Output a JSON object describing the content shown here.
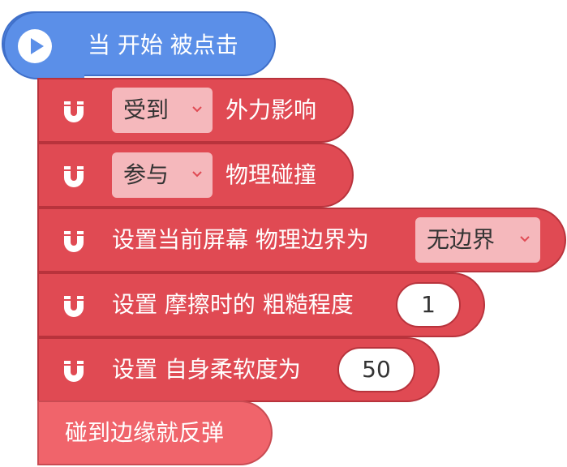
{
  "hat": {
    "label": "当 开始 被点击",
    "icon": "play-icon"
  },
  "blocks": [
    {
      "icon": "magnet-icon",
      "dropdown": "受到",
      "suffix": "外力影响"
    },
    {
      "icon": "magnet-icon",
      "dropdown": "参与",
      "suffix": "物理碰撞"
    },
    {
      "icon": "magnet-icon",
      "prefix": "设置当前屏幕 物理边界为",
      "dropdown": "无边界"
    },
    {
      "icon": "magnet-icon",
      "prefix": "设置 摩擦时的 粗糙程度",
      "value": "1"
    },
    {
      "icon": "magnet-icon",
      "prefix": "设置 自身柔软度为",
      "value": "50"
    }
  ],
  "bottom": {
    "label": "碰到边缘就反弹"
  },
  "colors": {
    "hat": "#5b8fe8",
    "block": "#e04a53",
    "dropdown": "#f5b8bc",
    "bottom_block": "#f0646b"
  }
}
